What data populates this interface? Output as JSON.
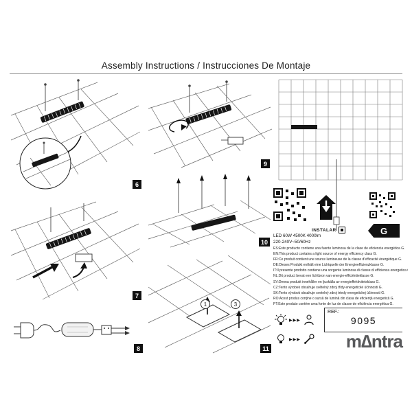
{
  "page": {
    "title": "Assembly Instructions / Instrucciones De Montaje"
  },
  "steps": {
    "s6": "6",
    "s7": "7",
    "s8": "8",
    "s9": "9",
    "s10": "10",
    "s11": "11"
  },
  "panel11": {
    "tile1": "1",
    "tile3": "3"
  },
  "right": {
    "instalar_label": "INSTALAR",
    "energy_class": "G",
    "spec_line1": "LED 60W 4500K 4000lm",
    "spec_line2": "220-240V~50/60Hz",
    "arrows": "▶▶▶",
    "ref_label": "REF.:",
    "ref_value": "9095",
    "brand": "m∆ntra",
    "languages": [
      "ES:Este producto contiene una fuente luminosa de la clase de eficiencia energética G.",
      "EN:This product contains a light source of energy efficiency class G.",
      "FR:Ce produit contient une source lumineuse de la classe d'efficacité énergétique G.",
      "DE:Dieses Produkt enthält eine Lichtquelle der Energieeffizienzklasse G.",
      "IT:Il presente prodotto contiene una sorgente luminosa di classe di efficienza energetica G.",
      "NL:Dit product bevat een lichtbron van energie-efficiëntieklasse G.",
      "SV:Denna produkt innehåller en ljuskälla av energieffektivitetsklass G.",
      "CZ:Tento výrobek obsahuje světelný zdroj třídy energetické účinnosti G.",
      "SK:Tento výrobok obsahuje svetelný zdroj triedy energetickej účinnosti G.",
      "RO:Acest produs conține o sursă de lumină din clasa de eficiență energetică G.",
      "PT:Este produto contém uma fonte de luz de classe de eficiência energética G."
    ]
  }
}
